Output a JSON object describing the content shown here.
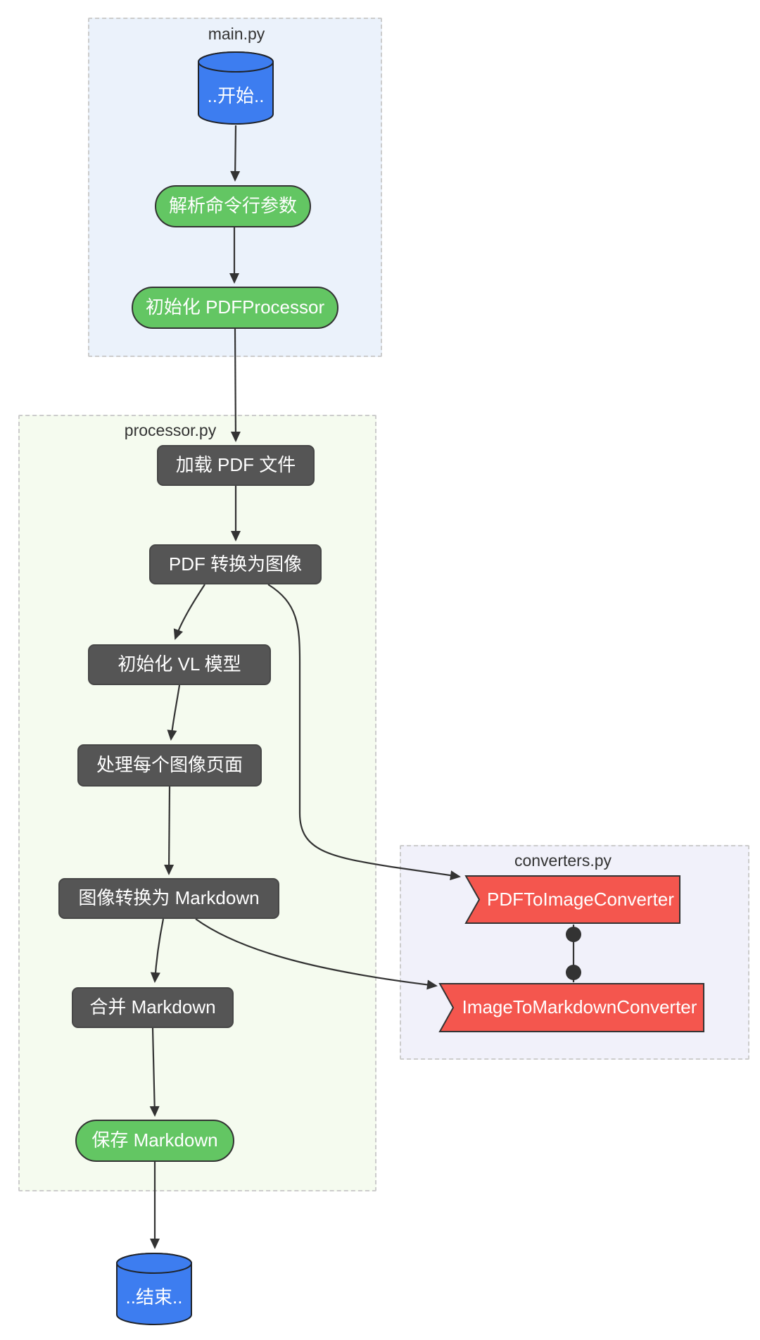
{
  "diagram": {
    "type": "flowchart",
    "clusters": [
      {
        "id": "main",
        "title": "main.py"
      },
      {
        "id": "processor",
        "title": "processor.py"
      },
      {
        "id": "converters",
        "title": "converters.py"
      }
    ],
    "nodes": {
      "start": {
        "label": "..开始..",
        "shape": "cylinder",
        "cluster": "main"
      },
      "parse_args": {
        "label": "解析命令行参数",
        "shape": "stadium",
        "cluster": "main"
      },
      "init_processor": {
        "label": "初始化 PDFProcessor",
        "shape": "stadium",
        "cluster": "main"
      },
      "load_pdf": {
        "label": "加载 PDF 文件",
        "shape": "rect",
        "cluster": "processor"
      },
      "pdf_to_image": {
        "label": "PDF 转换为图像",
        "shape": "rect",
        "cluster": "processor"
      },
      "init_vl": {
        "label": "初始化 VL 模型",
        "shape": "rect",
        "cluster": "processor"
      },
      "process_pages": {
        "label": "处理每个图像页面",
        "shape": "rect",
        "cluster": "processor"
      },
      "image_to_md": {
        "label": "图像转换为 Markdown",
        "shape": "rect",
        "cluster": "processor"
      },
      "merge_md": {
        "label": "合并 Markdown",
        "shape": "rect",
        "cluster": "processor"
      },
      "save_md": {
        "label": "保存 Markdown",
        "shape": "stadium",
        "cluster": "processor"
      },
      "end": {
        "label": "..结束..",
        "shape": "cylinder",
        "cluster": null
      },
      "pdf_converter": {
        "label": "PDFToImageConverter",
        "shape": "odd",
        "cluster": "converters"
      },
      "img_converter": {
        "label": "ImageToMarkdownConverter",
        "shape": "odd",
        "cluster": "converters"
      }
    },
    "edges": [
      {
        "from": "start",
        "to": "parse_args",
        "style": "arrow"
      },
      {
        "from": "parse_args",
        "to": "init_processor",
        "style": "arrow"
      },
      {
        "from": "init_processor",
        "to": "load_pdf",
        "style": "arrow"
      },
      {
        "from": "load_pdf",
        "to": "pdf_to_image",
        "style": "arrow"
      },
      {
        "from": "pdf_to_image",
        "to": "init_vl",
        "style": "arrow"
      },
      {
        "from": "pdf_to_image",
        "to": "pdf_converter",
        "style": "arrow"
      },
      {
        "from": "init_vl",
        "to": "process_pages",
        "style": "arrow"
      },
      {
        "from": "process_pages",
        "to": "image_to_md",
        "style": "arrow"
      },
      {
        "from": "image_to_md",
        "to": "merge_md",
        "style": "arrow"
      },
      {
        "from": "image_to_md",
        "to": "img_converter",
        "style": "arrow"
      },
      {
        "from": "merge_md",
        "to": "save_md",
        "style": "arrow"
      },
      {
        "from": "save_md",
        "to": "end",
        "style": "arrow"
      },
      {
        "from": "pdf_converter",
        "to": "img_converter",
        "style": "circle-both-ends"
      }
    ]
  },
  "colors": {
    "node_dark": "#555555",
    "node_green": "#63C663",
    "node_blue": "#3D7DF0",
    "node_red": "#F4564E",
    "cluster_blue_bg": "#EBF2FB",
    "cluster_green_bg": "#F5FBEF",
    "cluster_purple_bg": "#F1F1FA",
    "cluster_border": "#CCCCCC",
    "edge": "#333333",
    "node_border": "#333333",
    "text_light": "#FFFFFF",
    "title_text": "#333333"
  }
}
